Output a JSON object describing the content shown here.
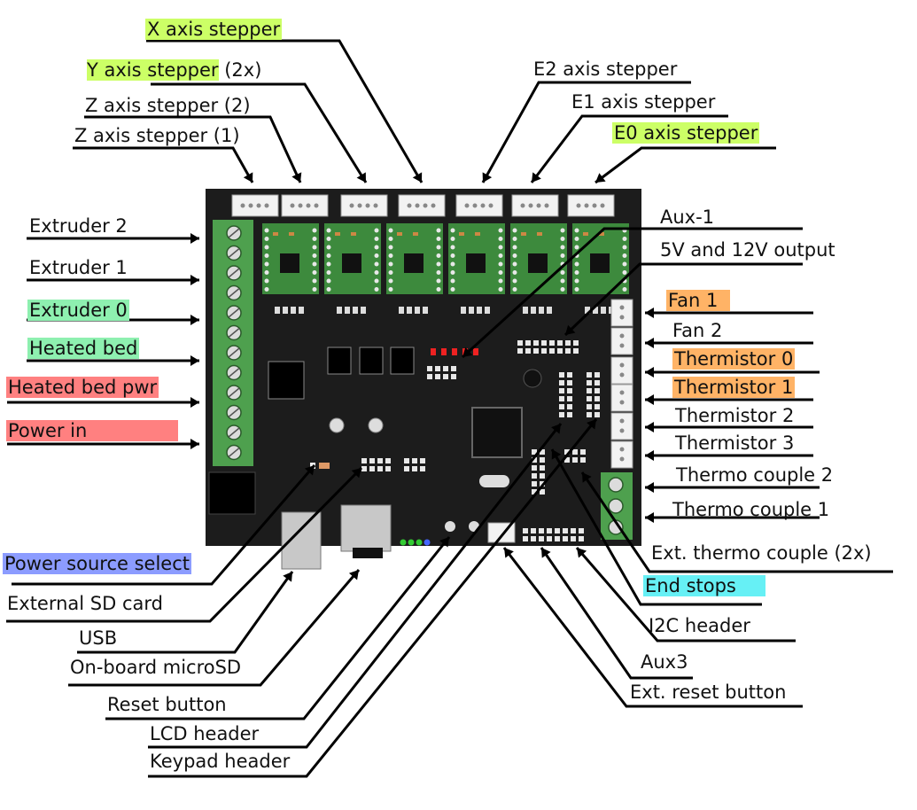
{
  "colors": {
    "board": "#1c1c1c",
    "pcb_green": "#3d8a3d",
    "terminal_green": "#4ea04e",
    "connector_white": "#f2f2f2",
    "header_pin": "#e8e8e8",
    "leader_line": "#000000",
    "highlight_lime": "#ccff66",
    "highlight_mint": "#8ef0b0",
    "highlight_red": "#ff8080",
    "highlight_orange": "#ffb366",
    "highlight_blue": "#8c9cff",
    "highlight_cyan": "#66f0f5"
  },
  "labels": {
    "x_stepper": "X axis stepper",
    "y_stepper": "Y axis stepper",
    "y_stepper_note": " (2x)",
    "z_stepper_2": "Z axis stepper (2)",
    "z_stepper_1": "Z axis stepper (1)",
    "e2_stepper": "E2 axis stepper",
    "e1_stepper": "E1 axis stepper",
    "e0_stepper": "E0 axis stepper",
    "extruder_2": "Extruder 2",
    "extruder_1": "Extruder 1",
    "extruder_0": "Extruder 0",
    "heated_bed": "Heated bed",
    "heated_bed_pwr": "Heated bed pwr",
    "power_in": "Power in",
    "aux_1": "Aux-1",
    "output_5v_12v": "5V and 12V output",
    "fan_1": "Fan 1",
    "fan_2": "Fan 2",
    "thermistor_0": "Thermistor 0",
    "thermistor_1": "Thermistor 1",
    "thermistor_2": "Thermistor 2",
    "thermistor_3": "Thermistor 3",
    "thermocouple_2": "Thermo couple 2",
    "thermocouple_1": "Thermo couple 1",
    "ext_thermocouple": "Ext. thermo couple (2x)",
    "end_stops": "End stops",
    "i2c_header": "I2C header",
    "aux3": "Aux3",
    "ext_reset_button": "Ext. reset button",
    "power_source_select": "Power source select",
    "external_sd_card": "External SD card",
    "usb": "USB",
    "onboard_microsd": "On-board microSD",
    "reset_button": "Reset button",
    "lcd_header": "LCD header",
    "keypad_header": "Keypad header"
  }
}
